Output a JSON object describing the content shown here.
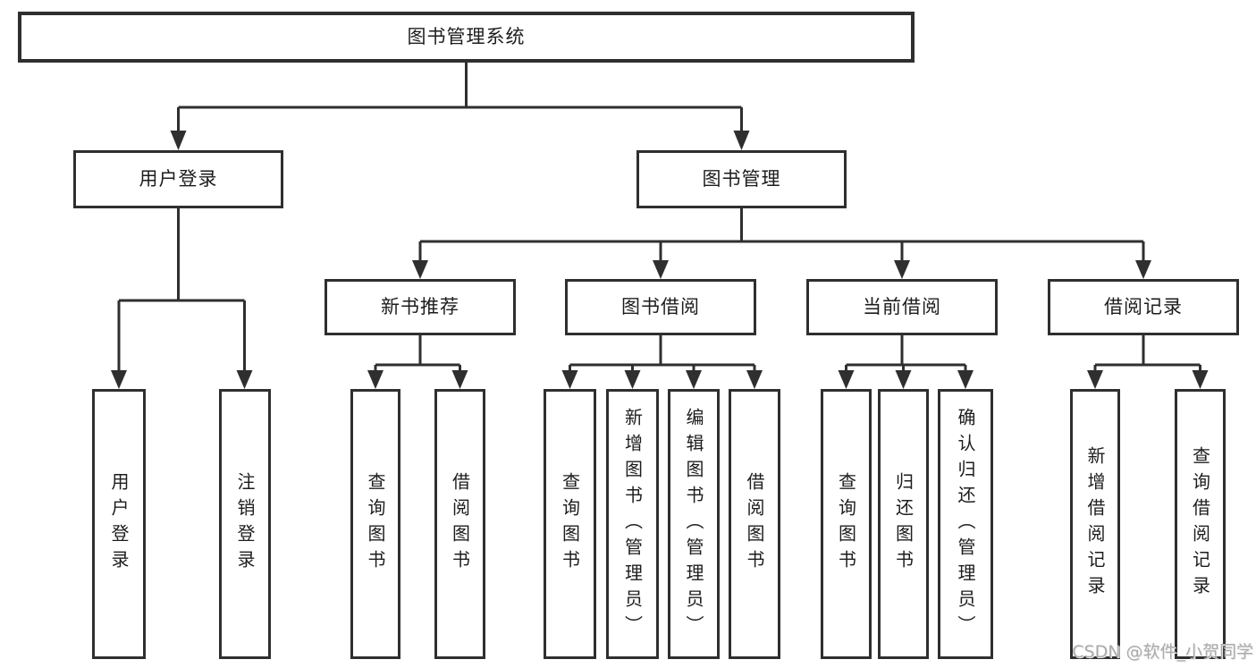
{
  "tree": {
    "label": "图书管理系统",
    "children": [
      {
        "label": "用户登录",
        "children": [
          {
            "label": "用户登录"
          },
          {
            "label": "注销登录"
          }
        ]
      },
      {
        "label": "图书管理",
        "children": [
          {
            "label": "新书推荐",
            "children": [
              {
                "label": "查询图书"
              },
              {
                "label": "借阅图书"
              }
            ]
          },
          {
            "label": "图书借阅",
            "children": [
              {
                "label": "查询图书"
              },
              {
                "label": "新增图书（管理员）"
              },
              {
                "label": "编辑图书（管理员）"
              },
              {
                "label": "借阅图书"
              }
            ]
          },
          {
            "label": "当前借阅",
            "children": [
              {
                "label": "查询图书"
              },
              {
                "label": "归还图书"
              },
              {
                "label": "确认归还（管理员）"
              }
            ]
          },
          {
            "label": "借阅记录",
            "children": [
              {
                "label": "新增借阅记录"
              },
              {
                "label": "查询借阅记录"
              }
            ]
          }
        ]
      }
    ]
  },
  "watermark": "CSDN @软件_小贺同学",
  "colors": {
    "line": "#2f2f2f",
    "text": "#1d1d1d",
    "watermark": "#ababab",
    "background": "#ffffff"
  }
}
